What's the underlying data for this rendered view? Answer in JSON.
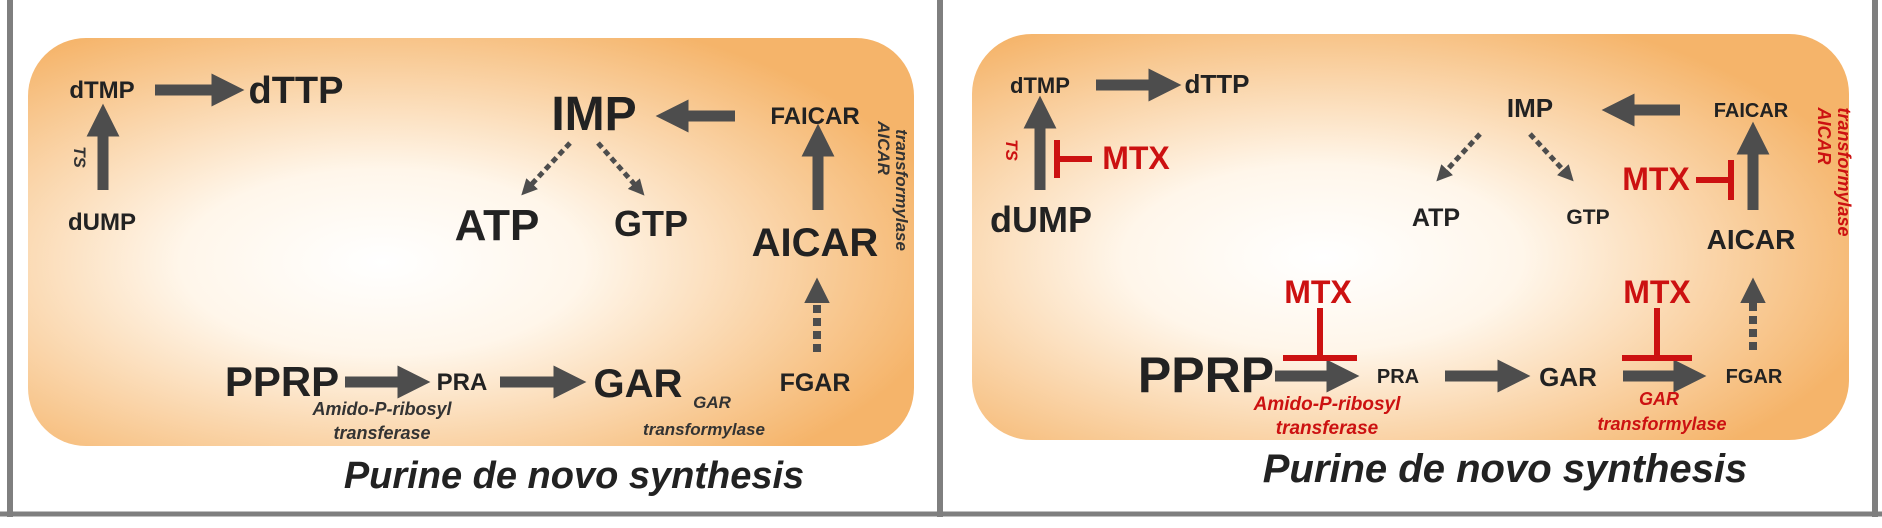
{
  "colors": {
    "panel_edge": "#f5b46a",
    "panel_center": "#ffffff",
    "arrow": "#4d4d4d",
    "inhibitor": "#cc1111",
    "text": "#222222",
    "frame": "#7f7f7f"
  },
  "left_panel": {
    "metabolites": {
      "dtmp": "dTMP",
      "dttp": "dTTP",
      "dump": "dUMP",
      "imp": "IMP",
      "faicar": "FAICAR",
      "atp": "ATP",
      "gtp": "GTP",
      "aicar": "AICAR",
      "pprp": "PPRP",
      "pra": "PRA",
      "gar": "GAR",
      "fgar": "FGAR"
    },
    "enzymes": {
      "ts": "TS",
      "aicar_tf_line1": "AICAR",
      "aicar_tf_line2": "transformylase",
      "amido_line1": "Amido-P-ribosyl",
      "amido_line2": "transferase",
      "gar_tf_line1": "GAR",
      "gar_tf_line2": "transformylase"
    },
    "caption": "Purine de novo synthesis"
  },
  "right_panel": {
    "metabolites": {
      "dtmp": "dTMP",
      "dttp": "dTTP",
      "dump": "dUMP",
      "imp": "IMP",
      "faicar": "FAICAR",
      "atp": "ATP",
      "gtp": "GTP",
      "aicar": "AICAR",
      "pprp": "PPRP",
      "pra": "PRA",
      "gar": "GAR",
      "fgar": "FGAR"
    },
    "enzymes": {
      "ts": "TS",
      "aicar_tf_line1": "AICAR",
      "aicar_tf_line2": "transformylase",
      "amido_line1": "Amido-P-ribosyl",
      "amido_line2": "transferase",
      "gar_tf_line1": "GAR",
      "gar_tf_line2": "transformylase"
    },
    "inhibitors": {
      "mtx_ts": "MTX",
      "mtx_aicar": "MTX",
      "mtx_amido": "MTX",
      "mtx_gar": "MTX"
    },
    "caption": "Purine de novo synthesis"
  }
}
